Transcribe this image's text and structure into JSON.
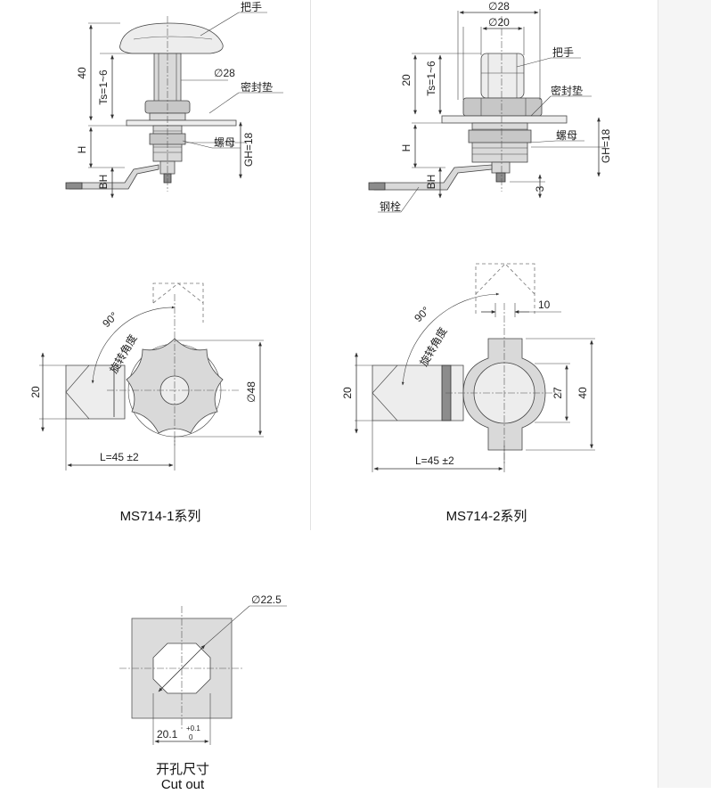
{
  "labels": {
    "handle": "把手",
    "gasket": "密封垫",
    "nut": "螺母",
    "steel_latch": "钢栓",
    "rotation_angle": "旋转角度"
  },
  "dims": {
    "d40": "40",
    "ts": "Ts=1~6",
    "h": "H",
    "bh": "BH",
    "phi28": "∅28",
    "phi20": "∅20",
    "gh": "GH=18",
    "d20": "20",
    "d3": "3",
    "deg90": "90°",
    "phi48": "∅48",
    "l45": "L=45 ±2",
    "d10": "10",
    "d27": "27",
    "phi225": "∅22.5",
    "d201": "20.1",
    "tol_plus": "+0.1",
    "tol_zero": "0"
  },
  "captions": {
    "series1": "MS714-1系列",
    "series2": "MS714-2系列",
    "cutout_cn": "开孔尺寸",
    "cutout_en": "Cut out"
  }
}
